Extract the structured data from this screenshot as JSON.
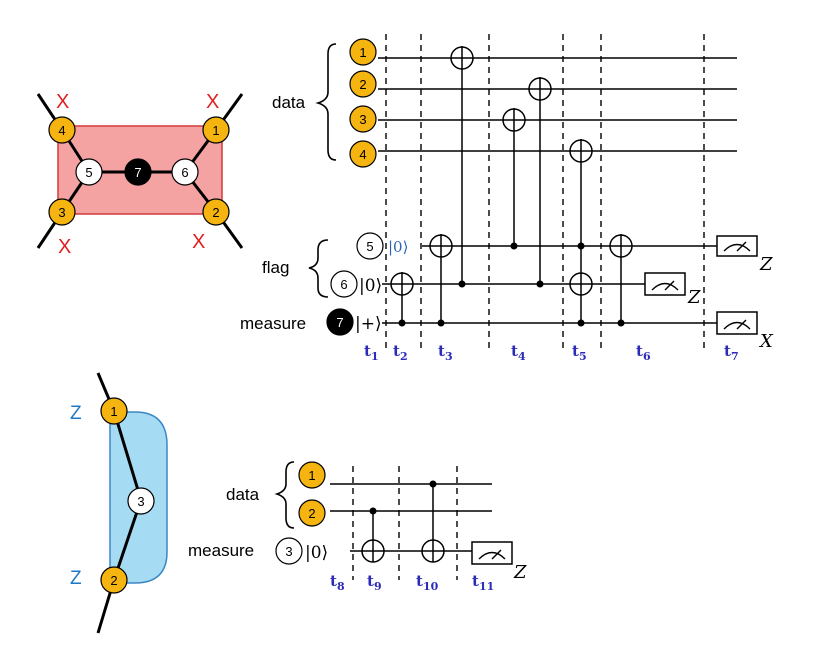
{
  "top_plaquette": {
    "data_nodes": [
      "1",
      "2",
      "3",
      "4"
    ],
    "flag_nodes": [
      "5",
      "6"
    ],
    "measure_node": "7",
    "pauli_label": "X"
  },
  "top_circuit": {
    "data_label": "data",
    "flag_label": "flag",
    "measure_label": "measure",
    "data_qubits": [
      "1",
      "2",
      "3",
      "4"
    ],
    "flag_qubits": [
      "5",
      "6"
    ],
    "measure_qubit": "7",
    "flag_init": [
      "|0⟩",
      "|0⟩"
    ],
    "measure_init": "|+⟩",
    "meter_labels": [
      "Z",
      "Z",
      "X"
    ],
    "time_steps": [
      {
        "t": "t",
        "sub": "1"
      },
      {
        "t": "t",
        "sub": "2"
      },
      {
        "t": "t",
        "sub": "3"
      },
      {
        "t": "t",
        "sub": "4"
      },
      {
        "t": "t",
        "sub": "5"
      },
      {
        "t": "t",
        "sub": "6"
      },
      {
        "t": "t",
        "sub": "7"
      }
    ]
  },
  "bottom_plaquette": {
    "data_nodes": [
      "1",
      "2"
    ],
    "measure_node": "3",
    "pauli_label": "Z",
    "colors": {
      "fill": "#a6dcf3",
      "stroke": "#3a87c4"
    }
  },
  "bottom_circuit": {
    "data_label": "data",
    "measure_label": "measure",
    "data_qubits": [
      "1",
      "2"
    ],
    "measure_qubit": "3",
    "measure_init": "|0⟩",
    "meter_label": "Z",
    "time_steps": [
      {
        "t": "t",
        "sub": "8"
      },
      {
        "t": "t",
        "sub": "9"
      },
      {
        "t": "t",
        "sub": "10"
      },
      {
        "t": "t",
        "sub": "11"
      }
    ]
  },
  "colors": {
    "data_qubit": "#f5b40f",
    "plaquette_fill": "#f4a2a2",
    "plaquette_stroke": "#d33a3a",
    "pauli_x": "#e02020",
    "pauli_z": "#1f78c4",
    "time_label": "#2b2bb8"
  }
}
